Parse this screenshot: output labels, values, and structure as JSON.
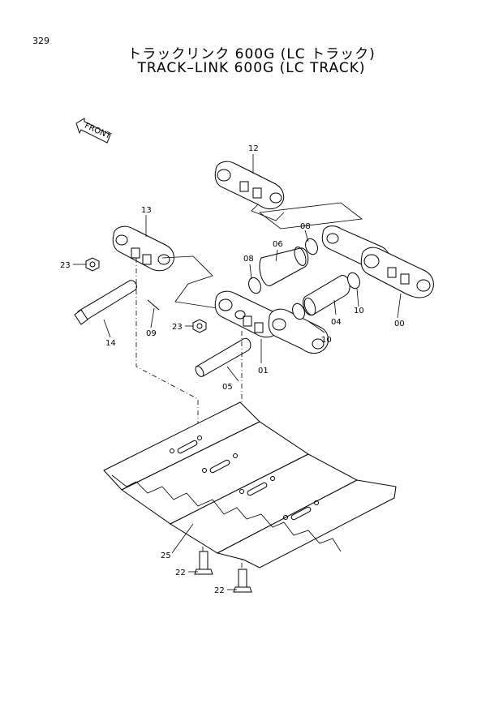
{
  "page_number": "329",
  "title_jp": "トラックリンク 600G (LC トラック)",
  "title_en": "TRACK–LINK 600G (LC TRACK)",
  "front_label": "FRONT",
  "callouts": {
    "c12": "12",
    "c13": "13",
    "c08a": "08",
    "c06": "06",
    "c08b": "08",
    "c23a": "23",
    "c14": "14",
    "c09": "09",
    "c23b": "23",
    "c05": "05",
    "c01": "01",
    "c04": "04",
    "c10a": "10",
    "c10b": "10",
    "c00": "00",
    "c25": "25",
    "c22a": "22",
    "c22b": "22"
  }
}
